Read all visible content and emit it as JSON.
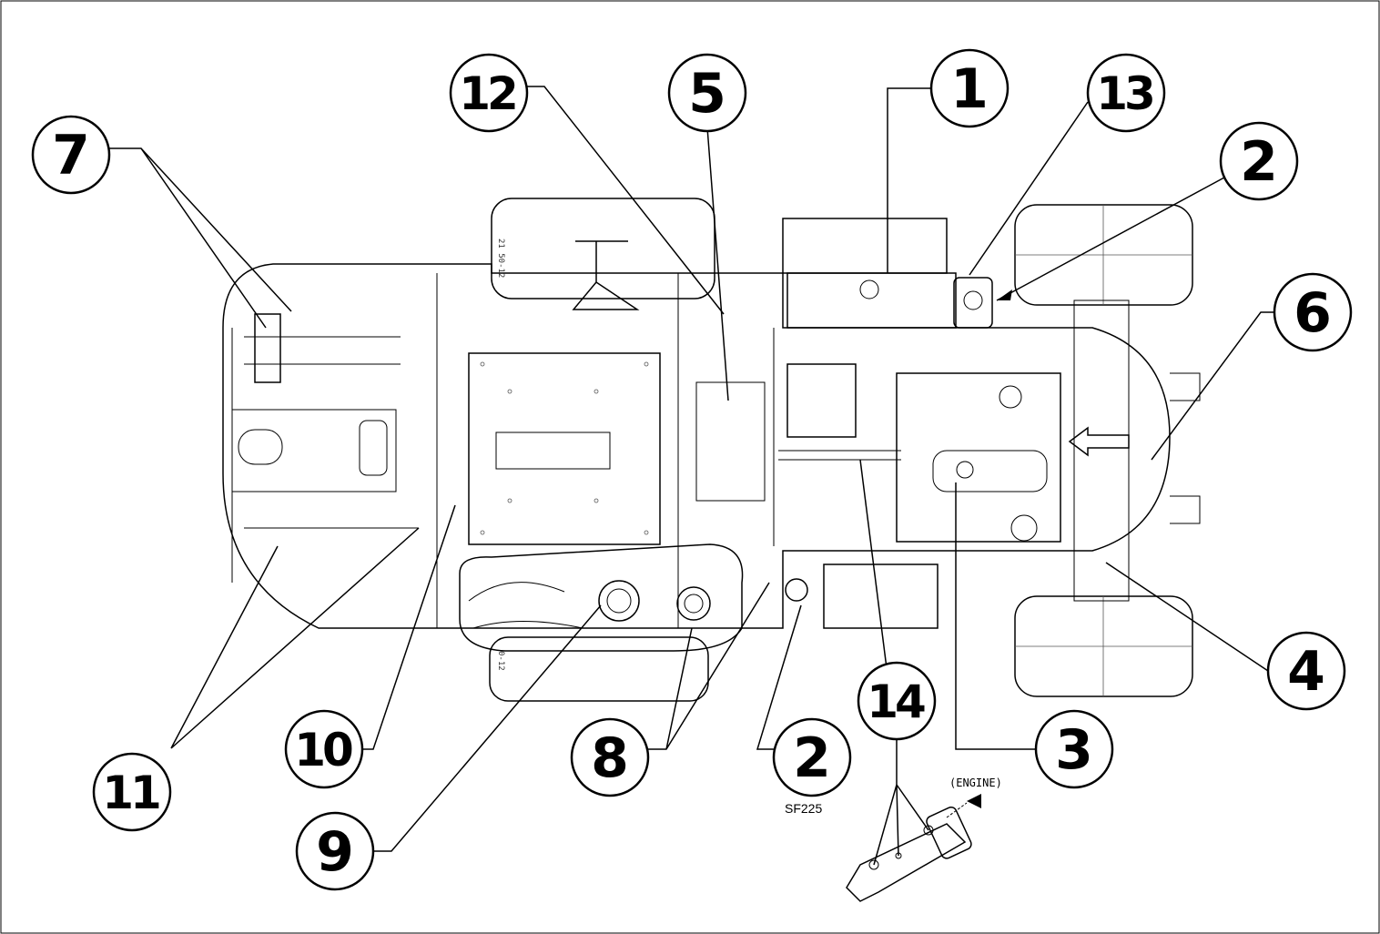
{
  "diagram": {
    "callouts": [
      "1",
      "2",
      "2",
      "3",
      "4",
      "5",
      "6",
      "7",
      "8",
      "9",
      "10",
      "11",
      "12",
      "13",
      "14"
    ],
    "labels": {
      "engine": "(ENGINE)",
      "figure_code": "SF225",
      "tire_top": "21 50-12",
      "tire_bottom": "0-12"
    }
  }
}
